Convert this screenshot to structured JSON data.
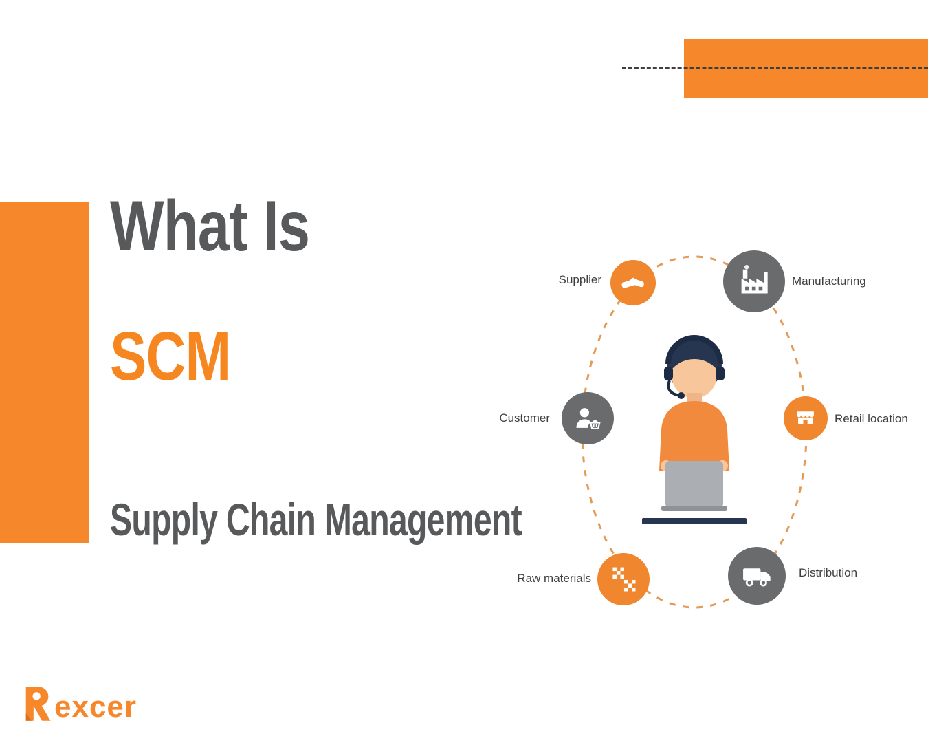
{
  "slide": {
    "title_line1": "What Is",
    "title_acronym": "SCM",
    "title_line2": "Supply Chain Management"
  },
  "diagram": {
    "center_figure": "customer-support-agent-with-headset-and-laptop",
    "nodes": [
      {
        "label": "Supplier",
        "icon": "handshake-icon",
        "color": "#F0862E",
        "label_side": "left"
      },
      {
        "label": "Manufacturing",
        "icon": "factory-icon",
        "color": "#696B6D",
        "label_side": "right"
      },
      {
        "label": "Customer",
        "icon": "person-basket-icon",
        "color": "#696B6D",
        "label_side": "left"
      },
      {
        "label": "Retail location",
        "icon": "storefront-icon",
        "color": "#F0862E",
        "label_side": "right"
      },
      {
        "label": "Raw materials",
        "icon": "blocks-icon",
        "color": "#F0862E",
        "label_side": "left"
      },
      {
        "label": "Distribution",
        "icon": "truck-icon",
        "color": "#696B6D",
        "label_side": "right"
      }
    ]
  },
  "brand": {
    "name": "Rexcer",
    "icon_letter": "R",
    "wordmark": "excer"
  },
  "colors": {
    "accent_orange": "#F6872B",
    "heading_gray": "#58595B",
    "node_gray": "#696B6D",
    "node_orange": "#F0862E",
    "dash_rule": "#3F3F3F",
    "orbit_dash": "#E39A55"
  }
}
